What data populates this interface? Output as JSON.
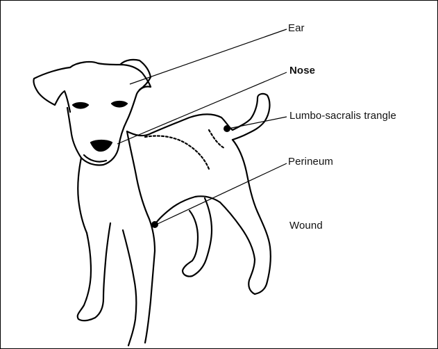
{
  "labels": {
    "ear": "Ear",
    "nose": "Nose",
    "lumbo": "Lumbo-sacralis trangle",
    "perineum": "Perineum",
    "wound": "Wound"
  },
  "colors": {
    "line": "#000000",
    "background": "#ffffff"
  },
  "icons": [
    "dog-drawing",
    "lumbo-marker-dot",
    "perineum-marker-dot"
  ]
}
